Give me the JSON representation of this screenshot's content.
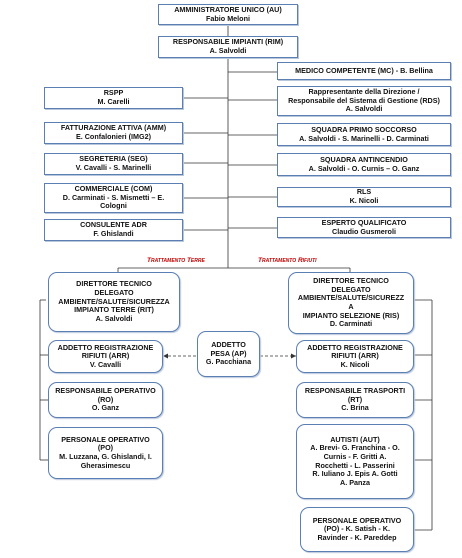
{
  "top": {
    "au": {
      "title": "AMMINISTRATORE UNICO (AU)",
      "name": "Fabio Meloni"
    },
    "rim": {
      "title": "RESPONSABILE IMPIANTI (RIM)",
      "name": "A. Salvoldi"
    }
  },
  "left_staff": [
    {
      "title": "RSPP",
      "name": "M. Carelli"
    },
    {
      "title": "FATTURAZIONE ATTIVA (AMM)",
      "name": "E. Confalonieri (IMG2)"
    },
    {
      "title": "SEGRETERIA (SEG)",
      "name": "V. Cavalli - S. Marinelli"
    },
    {
      "title": "COMMERCIALE (COM)",
      "name": "D. Carminati - S. Mismetti – E.\nCologni"
    },
    {
      "title": "CONSULENTE ADR",
      "name": "F. Ghislandi"
    }
  ],
  "right_staff": [
    {
      "title": "MEDICO COMPETENTE (MC) - B. Bellina",
      "name": ""
    },
    {
      "title": "Rappresentante della Direzione /\nResponsabile del Sistema di Gestione (RDS)",
      "name": "A. Salvoldi"
    },
    {
      "title": "SQUADRA PRIMO SOCCORSO",
      "name": "A. Salvoldi - S. Marinelli - D. Carminati"
    },
    {
      "title": "SQUADRA ANTINCENDIO",
      "name": "A. Salvoldi - O. Curnis – O. Ganz"
    },
    {
      "title": "RLS",
      "name": "K. Nicoli"
    },
    {
      "title": "ESPERTO QUALIFICATO",
      "name": "Claudio Gusmeroli"
    }
  ],
  "branch_labels": {
    "terre": "Trattamento Terre",
    "rifiuti": "Trattamento Rifiuti"
  },
  "terre": {
    "dt": {
      "title": "DIRETTORE TECNICO\nDELEGATO\nAMBIENTE/SALUTE/SICUREZZA\nIMPIANTO TERRE (RIT)",
      "name": "A. Salvoldi"
    },
    "arr": {
      "title": "ADDETTO REGISTRAZIONE\nRIFIUTI (ARR)",
      "name": "V. Cavalli"
    },
    "ro": {
      "title": "RESPONSABILE OPERATIVO\n(RO)",
      "name": "O. Ganz"
    },
    "po": {
      "title": "PERSONALE OPERATIVO\n(PO)",
      "name": "M. Luzzana, G. Ghislandi, I.\nGherasimescu"
    }
  },
  "pesa": {
    "title": "ADDETTO\nPESA (AP)",
    "name": "G. Pacchiana"
  },
  "rifiuti": {
    "dt": {
      "title": "DIRETTORE TECNICO\nDELEGATO\nAMBIENTE/SALUTE/SICUREZZ\nA\nIMPIANTO SELEZIONE (RIS)",
      "name": "D. Carminati"
    },
    "arr": {
      "title": "ADDETTO REGISTRAZIONE\nRIFIUTI (ARR)",
      "name": "K. Nicoli"
    },
    "rt": {
      "title": "RESPONSABILE TRASPORTI\n(RT)",
      "name": "C. Brina"
    },
    "aut": {
      "title": "AUTISTI (AUT)",
      "name": "A. Brevi- G. Franchina - O.\nCurnis - F. Gritti A.\nRocchetti - L. Passerini\nR. Iuliano J. Epis A. Gotti\nA. Panza"
    },
    "po": {
      "title": "PERSONALE OPERATIVO\n(PO) - K. Satish - K.\nRavinder - K. Pareddep",
      "name": ""
    }
  }
}
